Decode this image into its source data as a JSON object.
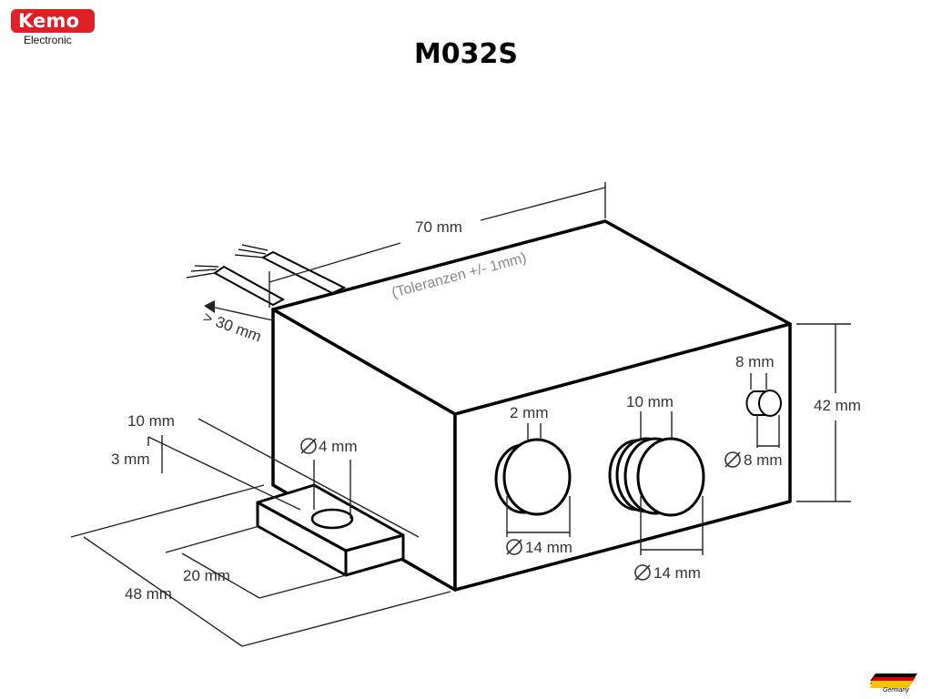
{
  "brand": {
    "name": "Kemo",
    "registered": "®",
    "subtitle": "Electronic",
    "color": "#e01f26"
  },
  "title": "M032S",
  "dimensions": {
    "length": "70 mm",
    "tolerance": "(Toleranzen +/- 1mm)",
    "cable": "> 30 mm",
    "height": "42 mm",
    "depth": "48 mm",
    "tab_length": "20 mm",
    "tab_thickness": "3 mm",
    "tab_offset": "10 mm",
    "hole": "4 mm",
    "knob_left_rim": "2 mm",
    "knob_left_dia": "14 mm",
    "knob_right_grip": "10 mm",
    "knob_right_dia": "14 mm",
    "led_length": "8 mm",
    "led_dia": "8 mm"
  },
  "country_badge": "Germany"
}
